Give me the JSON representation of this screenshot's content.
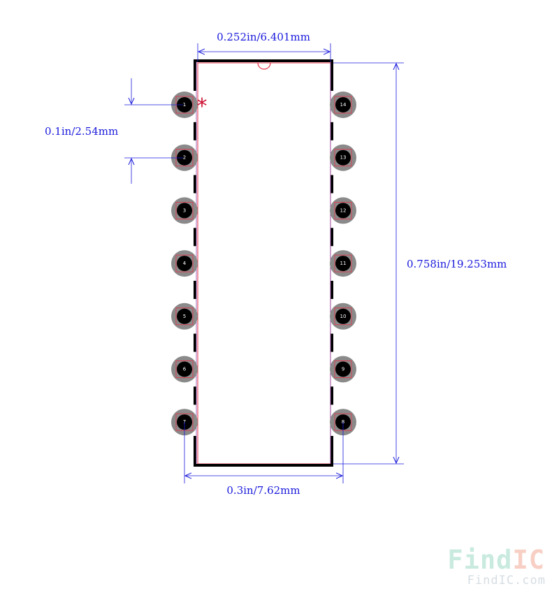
{
  "dimensions": {
    "body_width": "0.252in/6.401mm",
    "pin_pitch": "0.1in/2.54mm",
    "body_length": "0.758in/19.253mm",
    "row_spacing": "0.3in/7.62mm"
  },
  "pins": {
    "left": [
      "1",
      "2",
      "3",
      "4",
      "5",
      "6",
      "7"
    ],
    "right": [
      "14",
      "13",
      "12",
      "11",
      "10",
      "9",
      "8"
    ]
  },
  "pin1_marker": "*",
  "watermark": {
    "logo_find": "Find",
    "logo_ic": "IC",
    "url": "FindIC.com"
  },
  "colors": {
    "dimension": "#1a1adc",
    "outline": "#000000",
    "courtyard": "#e8324a",
    "pad_ring": "#8a8a8a",
    "pad_hole": "#000000",
    "pin1_marker": "#cc1133",
    "watermark_find": "#c9eadf",
    "watermark_ic": "#f7cfc4"
  }
}
